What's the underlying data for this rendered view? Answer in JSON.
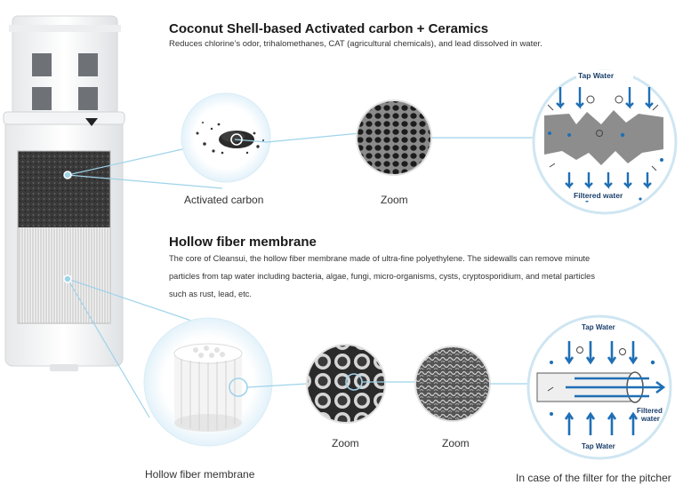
{
  "section_carbon": {
    "title": "Coconut Shell-based Activated carbon  + Ceramics",
    "description": "Reduces chlorine’s odor, trihalomethanes, CAT (agricultural chemicals), and lead dissolved in water.",
    "caption_material": "Activated carbon",
    "caption_zoom": "Zoom",
    "diagram_top_label": "Tap Water",
    "diagram_bottom_label": "Filtered water"
  },
  "section_membrane": {
    "title": "Hollow fiber membrane",
    "description": "The core of Cleansui, the hollow fiber membrane made of ultra-fine polyethylene. The sidewalls can remove minute particles from tap water including bacteria, algae, fungi, micro-organisms, cysts, cryptosporidium, and metal particles such as rust, lead, etc.",
    "caption_material": "Hollow fiber membrane",
    "caption_zoom_1": "Zoom",
    "caption_zoom_2": "Zoom",
    "diagram_top_label": "Tap Water",
    "diagram_bottom_label": "Tap Water",
    "diagram_side_label_1": "Filtered",
    "diagram_side_label_2": "water",
    "pitcher_caption": "In case of the filter for the pitcher"
  },
  "colors": {
    "accent_blue": "#1f6fb5",
    "connector_blue": "#9fd3ea",
    "circle_border": "#cfe6f2"
  }
}
